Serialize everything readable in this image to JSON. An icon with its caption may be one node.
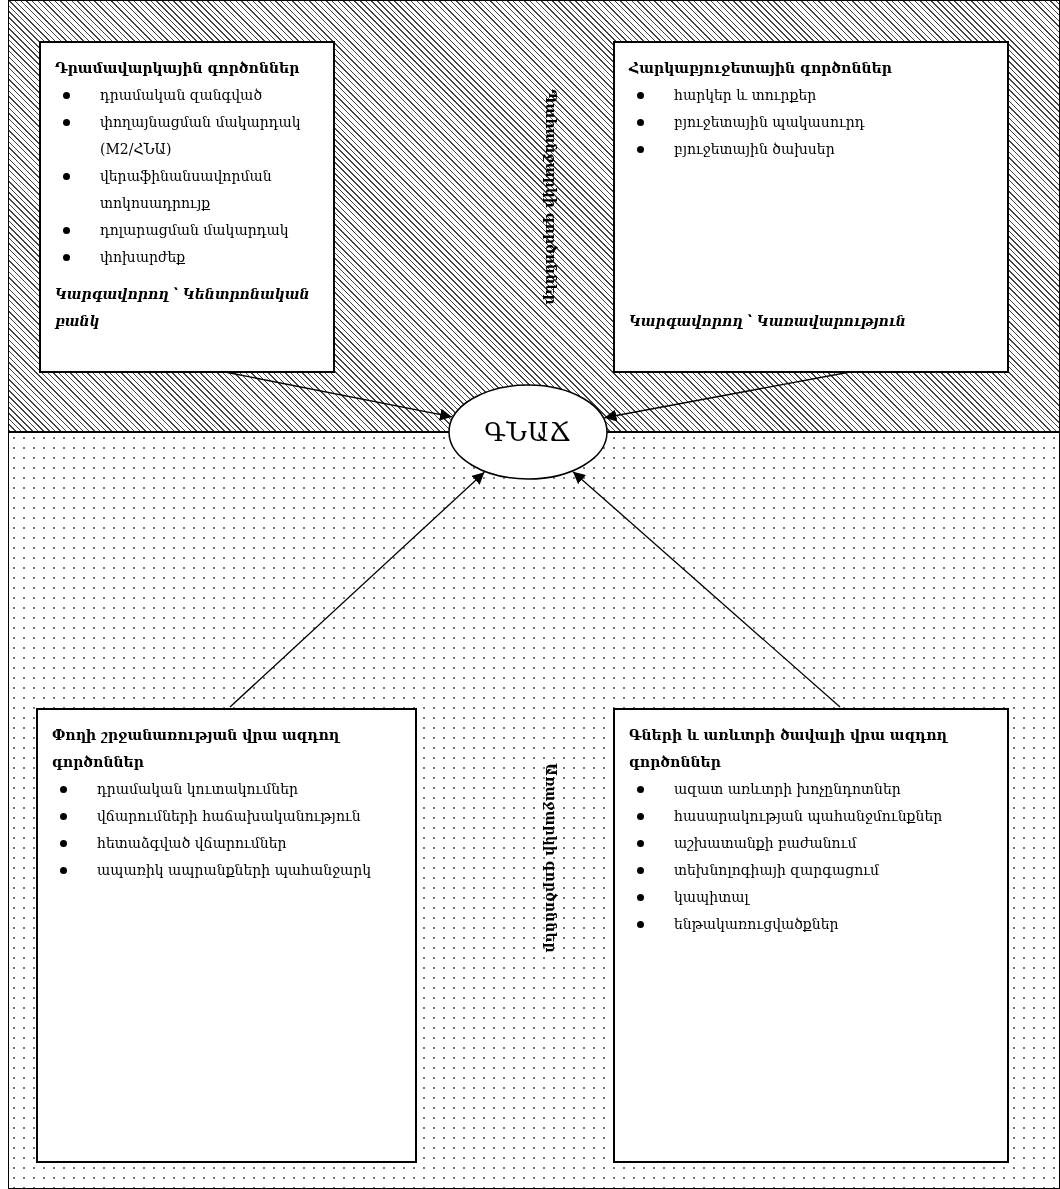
{
  "diagram": {
    "nodes": [
      {
        "text": [
          "Պահանջարկի գործոններ"
        ]
      },
      {
        "text": [
          "Դրամավարկային գործոններ",
          "դրամական զանգված",
          "փողայնացման մակարդակ (M2/ՀՆԱ)",
          "վերաֆինանսավորման տոկոսադրույք",
          "դոլարացման մակարդակ",
          "փոխարժեք",
          "Կարգավորող ՝ Կենտրոնական բանկ"
        ],
        "in": 0
      },
      {
        "text": [
          "Հարկաբյուջետային գործոններ",
          "հարկեր և տուրքեր",
          "բյուջետային պակասուրդ",
          "բյուջետային ծախսեր",
          "Կարգավորող ՝ Կառավարություն"
        ],
        "in": 0
      },
      {
        "text": [
          "ԳՆԱՃ"
        ]
      },
      {
        "text": [
          "Առաջարկի գործոններ"
        ]
      },
      {
        "text": [
          "Փողի շրջանառության վրա ազդող գործոններ",
          "դրամական կուտակումներ",
          "վճարումների հաճախականություն",
          "հետաձգված վճարումներ",
          "ապառիկ ապրանքների պահանջարկ"
        ],
        "in": 4
      },
      {
        "text": [
          "Գների և առևտրի ծավալի վրա ազդող գործոններ",
          "ազատ առևտրի խոչընդոտներ",
          "հասարակության պահանջմունքներ",
          "աշխատանքի բաժանում",
          "տեխնոլոգիայի զարգացում",
          "կապիտալ",
          "ենթակառուցվածքներ"
        ],
        "in": 4
      }
    ],
    "edges": [
      {
        "from": 1,
        "to": 3,
        "arrow": "to"
      },
      {
        "from": 2,
        "to": 3,
        "arrow": "to"
      },
      {
        "from": 5,
        "to": 3,
        "arrow": "to"
      },
      {
        "from": 6,
        "to": 3,
        "arrow": "to"
      }
    ]
  }
}
